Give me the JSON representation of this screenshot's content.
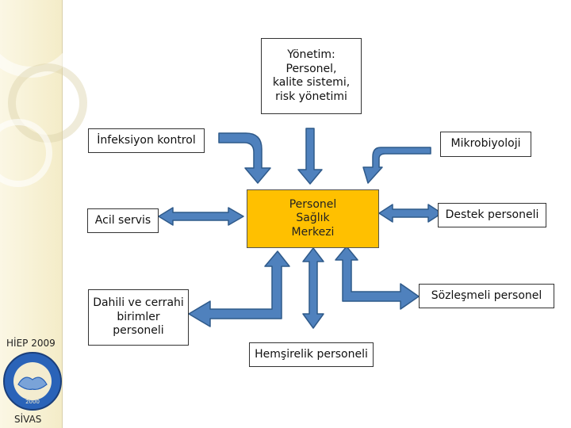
{
  "nodes": {
    "yonetim": "Yönetim:\nPersonel,\nkalite sistemi,\nrisk yönetimi",
    "infeksiyon": "İnfeksiyon kontrol",
    "mikrobiyoloji": "Mikrobiyoloji",
    "acil": "Acil servis",
    "center": "Personel\nSağlık\nMerkezi",
    "destek": "Destek personeli",
    "dahili": "Dahili ve cerrahi\nbirimler\npersoneli",
    "sozlesmeli": "Sözleşmeli personel",
    "hemsirelik": "Hemşirelik personeli"
  },
  "sidebar": {
    "top_label": "HİEP 2009",
    "bottom_label": "SİVAS",
    "logo_year": "2000"
  },
  "colors": {
    "center_fill": "#ffc000",
    "arrow_fill": "#4f81bd",
    "arrow_stroke": "#2f5a8a"
  }
}
